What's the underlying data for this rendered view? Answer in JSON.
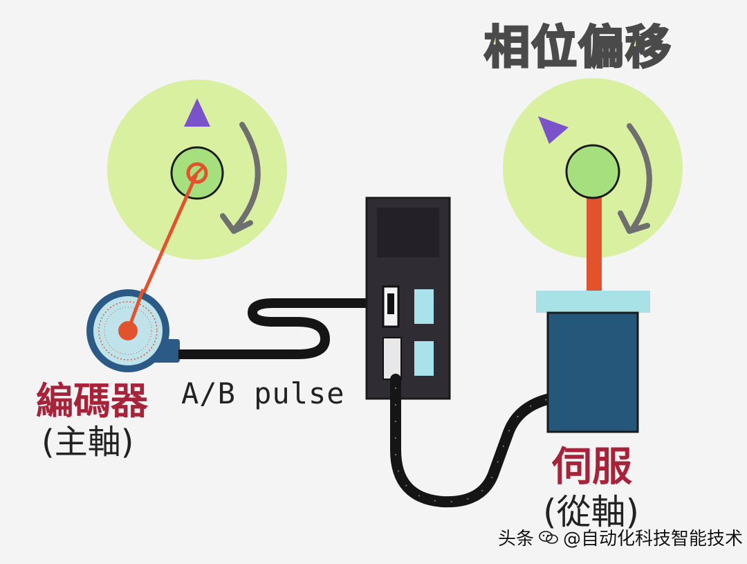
{
  "title": "相位偏移",
  "encoder": {
    "name": "編碼器",
    "role": "(主軸)"
  },
  "servo": {
    "name": "伺服",
    "role": "(從軸)"
  },
  "signal_label": "A/B pulse",
  "watermark": {
    "source": "头条",
    "account": "@自动化科技智能技术"
  },
  "colors": {
    "disc": "#d9f0a0",
    "hub": "#a6e07e",
    "arm": "#e2522c",
    "pointer": "#7a52c9",
    "arrow": "#6f6f6f",
    "drive_body": "#2f2c34",
    "motor_body": "#24577a",
    "motor_flange": "#a9e2e6",
    "label_red": "#a8223a",
    "title_fill": "#f3f1a4"
  }
}
